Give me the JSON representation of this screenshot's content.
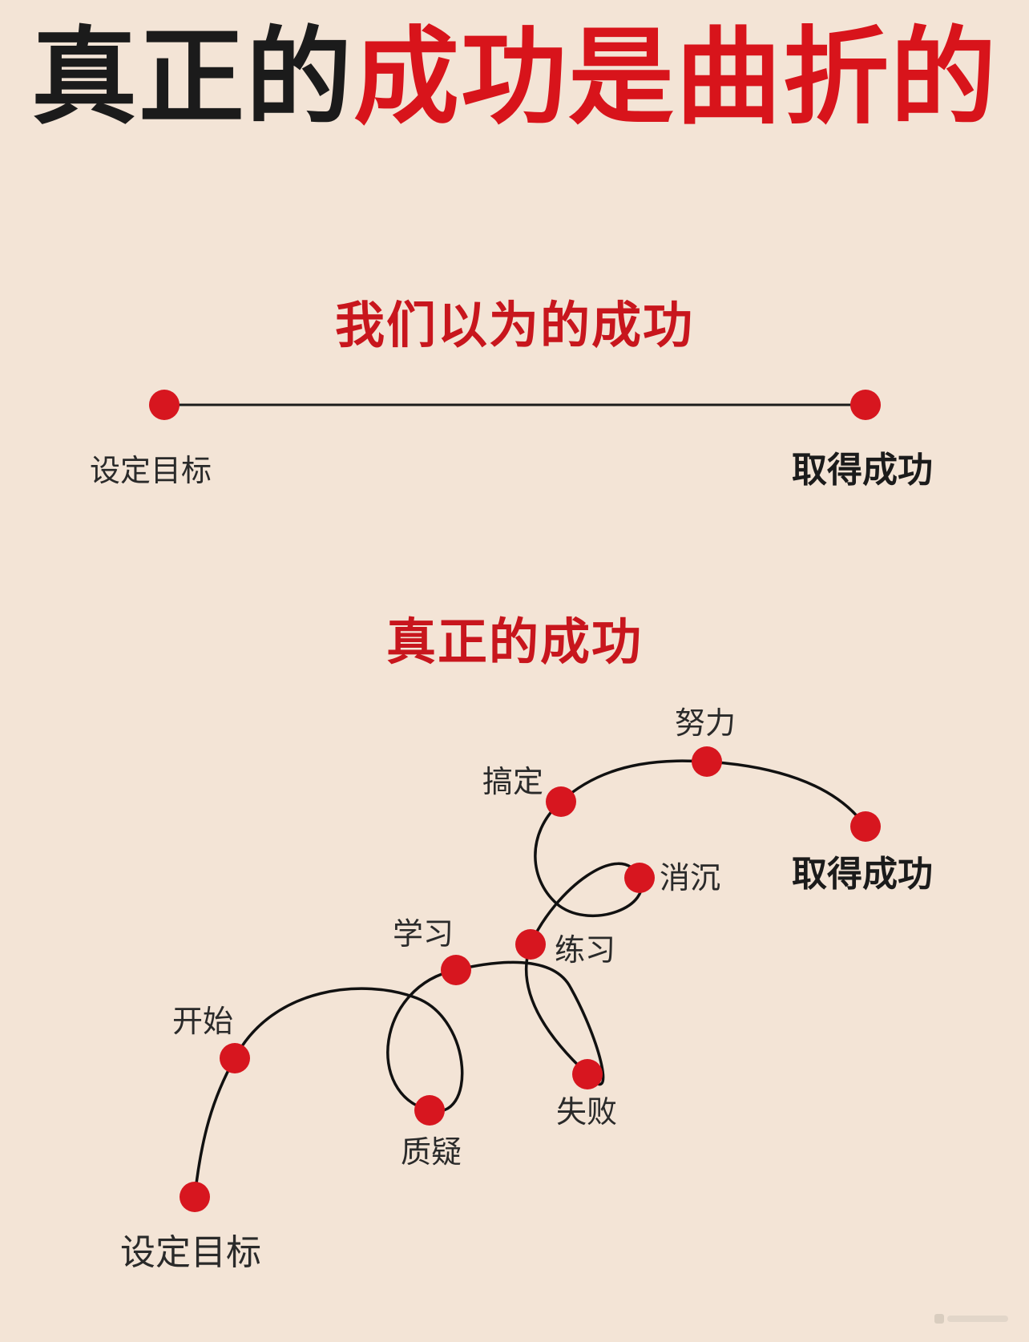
{
  "title": {
    "part_dark": "真正的",
    "part_red": "成功是曲折的"
  },
  "section_expected": {
    "title": "我们以为的成功",
    "start_label": "设定目标",
    "end_label": "取得成功"
  },
  "section_real": {
    "title": "真正的成功",
    "nodes": {
      "start": "设定目标",
      "begin": "开始",
      "doubt": "质疑",
      "learn": "学习",
      "fail": "失败",
      "practice": "练习",
      "slump": "消沉",
      "done": "搞定",
      "effort": "努力",
      "success": "取得成功"
    }
  },
  "colors": {
    "background": "#f3e4d6",
    "accent_red": "#d8141b",
    "dot_red": "#d7161f",
    "ink": "#1b1b1b"
  }
}
